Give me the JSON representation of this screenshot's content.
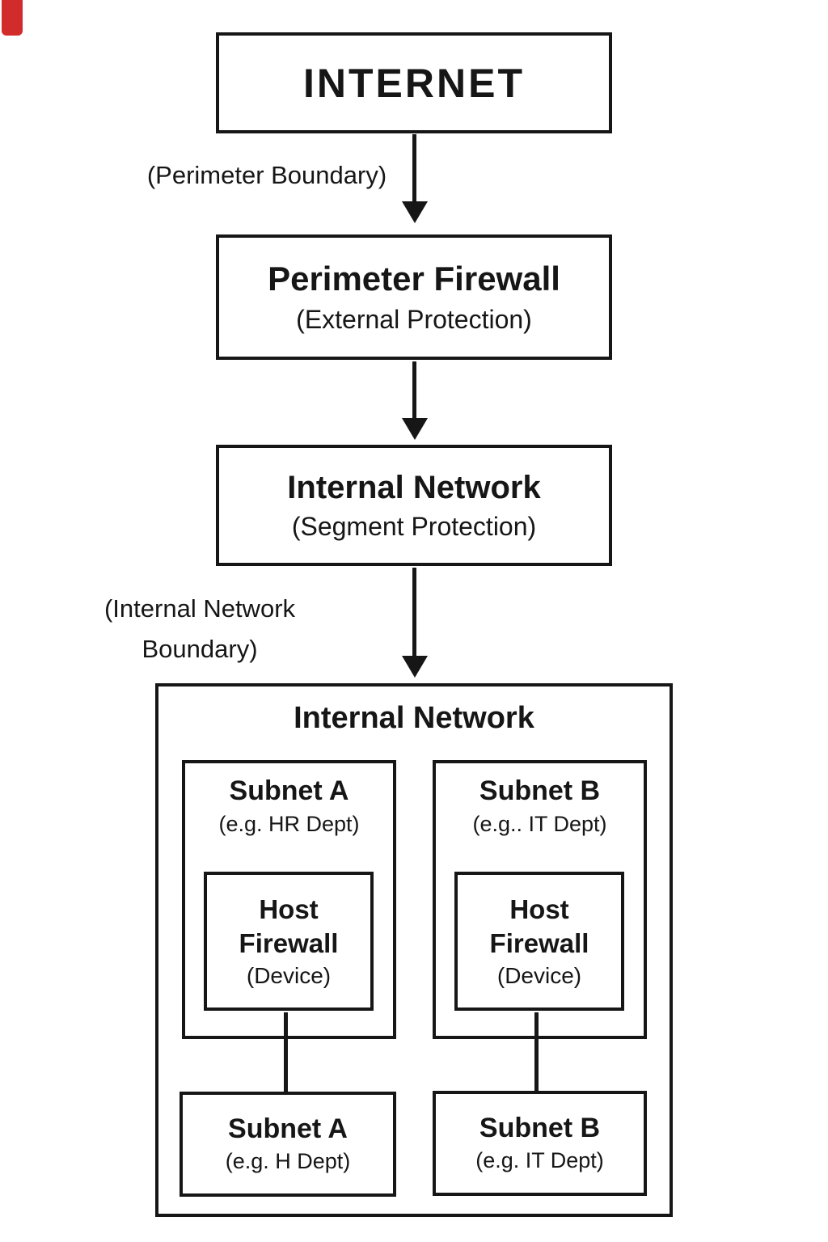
{
  "diagram": {
    "internet": {
      "title": "INTERNET"
    },
    "labels": {
      "perimeter_boundary": "(Perimeter Boundary)",
      "internal_boundary": "(Internal Network\nBoundary)"
    },
    "perimeter_firewall": {
      "title": "Perimeter Firewall",
      "subtitle": "(External Protection)"
    },
    "internal_network": {
      "title": "Internal Network",
      "subtitle": "(Segment Protection)"
    },
    "internal_zone": {
      "title": "Internal Network",
      "subnet_a": {
        "title": "Subnet A",
        "subtitle": "(e.g. HR Dept)"
      },
      "subnet_b": {
        "title": "Subnet B",
        "subtitle": "(e.g.. IT Dept)"
      },
      "host_firewall_a": {
        "line1": "Host",
        "line2": "Firewall",
        "subtitle": "(Device)"
      },
      "host_firewall_b": {
        "line1": "Host",
        "line2": "Firewall",
        "subtitle": "(Device)"
      },
      "subnet_a_bottom": {
        "title": "Subnet A",
        "subtitle": "(e.g. H Dept)"
      },
      "subnet_b_bottom": {
        "title": "Subnet B",
        "subtitle": "(e.g. IT Dept)"
      }
    },
    "colors": {
      "line": "#161616",
      "background": "#ffffff",
      "artifact": "#d22b2b"
    }
  }
}
